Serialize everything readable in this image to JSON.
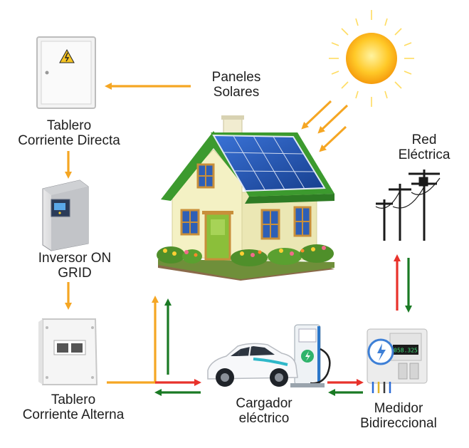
{
  "labels": {
    "solar_panels": [
      "Paneles",
      "Solares"
    ],
    "dc_board": [
      "Tablero",
      "Corriente Directa"
    ],
    "inverter": [
      "Inversor ON",
      "GRID"
    ],
    "ac_board": [
      "Tablero",
      "Corriente Alterna"
    ],
    "grid": [
      "Red",
      "Eléctrica"
    ],
    "ev_charger": [
      "Cargador",
      "eléctrico"
    ],
    "meter": [
      "Medidor",
      "Bidireccional"
    ]
  },
  "meter_display": "058.325",
  "colors": {
    "solar_flow": "#f5a623",
    "export_flow": "#e8322b",
    "import_flow": "#1a7a24",
    "roof": "#3c9a2e",
    "wall": "#f4f1c4",
    "panel": "#1f4fa3"
  },
  "icons": [
    "sun-icon",
    "house-icon",
    "dc-board-icon",
    "inverter-icon",
    "ac-board-icon",
    "power-pole-icon",
    "ev-car-icon",
    "ev-charger-icon",
    "meter-icon"
  ]
}
